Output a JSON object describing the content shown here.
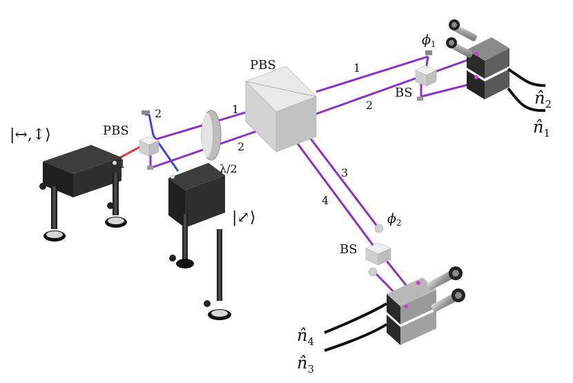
{
  "labels": {
    "pbs_main": "PBS",
    "pbs_small": "PBS",
    "bs_top": "BS",
    "bs_bottom": "BS",
    "waveplate": "λ/2",
    "phi1_sym": "ϕ",
    "phi1_sub": "1",
    "phi2_sym": "ϕ",
    "phi2_sub": "2",
    "source1_ket": "|↔,↕⟩",
    "source2_ket": "|⤢⟩",
    "det_n1_sym": "n̂",
    "det_n1_sub": "1",
    "det_n2_sym": "n̂",
    "det_n2_sub": "2",
    "det_n3_sym": "n̂",
    "det_n3_sub": "3",
    "det_n4_sym": "n̂",
    "det_n4_sub": "4"
  },
  "path_labels": {
    "small_pbs_out_1": "1",
    "small_pbs_out_2": "2",
    "pre_main_1": "1",
    "pre_main_2": "2",
    "arm_1": "1",
    "arm_2": "2",
    "arm_3": "3",
    "arm_4": "4"
  },
  "colors": {
    "beam_main": "#8a2fc9",
    "beam_red": "#e33a3a",
    "beam_blue": "#3a46e8",
    "housing_dark": "#2b2b2b",
    "cube_light": "#d4d4d4",
    "detector_silver": "#a9a9a9"
  }
}
